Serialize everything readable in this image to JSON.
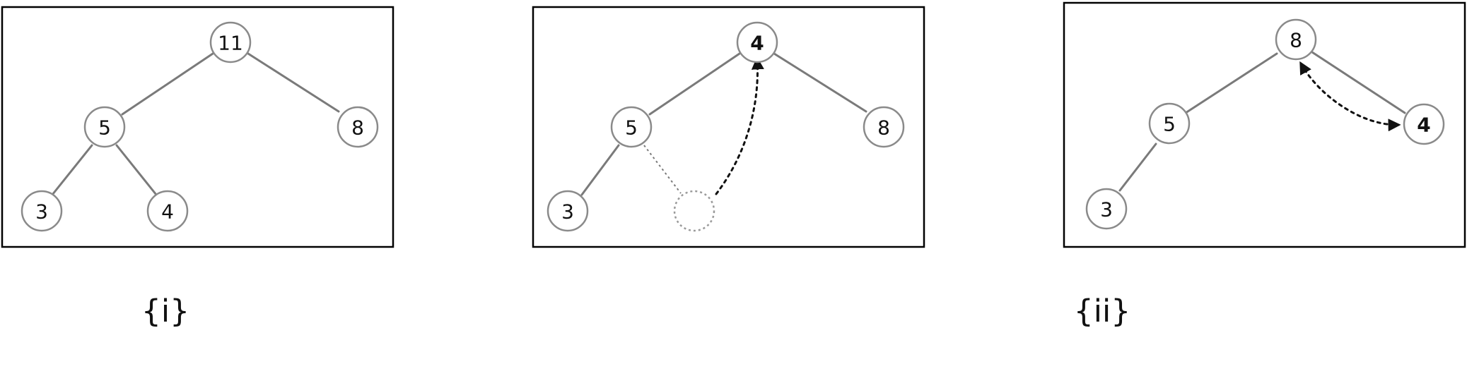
{
  "panels": [
    {
      "nodes": [
        {
          "id": "n11",
          "label": "11",
          "bold": false
        },
        {
          "id": "n5",
          "label": "5",
          "bold": false
        },
        {
          "id": "n8",
          "label": "8",
          "bold": false
        },
        {
          "id": "n3",
          "label": "3",
          "bold": false
        },
        {
          "id": "n4",
          "label": "4",
          "bold": false
        }
      ],
      "caption": "{i}"
    },
    {
      "nodes": [
        {
          "id": "n4",
          "label": "4",
          "bold": true
        },
        {
          "id": "n5",
          "label": "5",
          "bold": false
        },
        {
          "id": "n8",
          "label": "8",
          "bold": false
        },
        {
          "id": "n3",
          "label": "3",
          "bold": false
        },
        {
          "id": "empty",
          "label": "",
          "bold": false
        }
      ],
      "caption": ""
    },
    {
      "nodes": [
        {
          "id": "n8",
          "label": "8",
          "bold": false
        },
        {
          "id": "n5",
          "label": "5",
          "bold": false
        },
        {
          "id": "n4",
          "label": "4",
          "bold": true
        },
        {
          "id": "n3",
          "label": "3",
          "bold": false
        }
      ],
      "caption": "{ii}"
    }
  ]
}
